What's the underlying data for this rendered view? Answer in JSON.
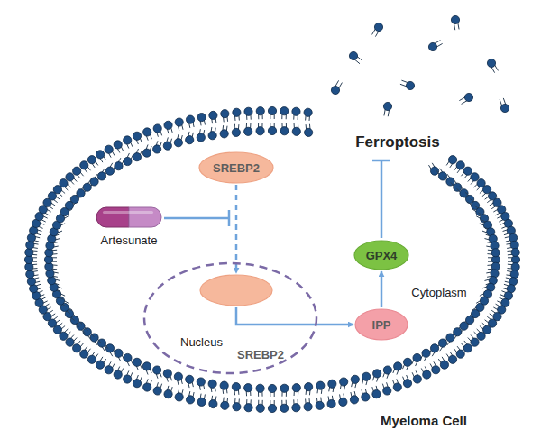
{
  "diagram": {
    "nodes": [
      {
        "text": [
          "SREBP2"
        ]
      },
      {
        "text": [
          "Artesunate"
        ]
      },
      {
        "text": [
          "Nucleus"
        ]
      },
      {
        "text": [
          "SREBP2"
        ],
        "in": 2
      },
      {
        "text": [
          "GPX4"
        ]
      },
      {
        "text": [
          "IPP"
        ]
      }
    ],
    "edges": [
      {
        "from": 0,
        "to": 3,
        "arrow": "to"
      },
      {
        "from": 3,
        "to": 5,
        "arrow": "to"
      },
      {
        "from": 5,
        "to": 4,
        "arrow": "to"
      }
    ],
    "labels": [
      "Ferroptosis",
      "Cytoplasm",
      "Myeloma Cell"
    ]
  }
}
